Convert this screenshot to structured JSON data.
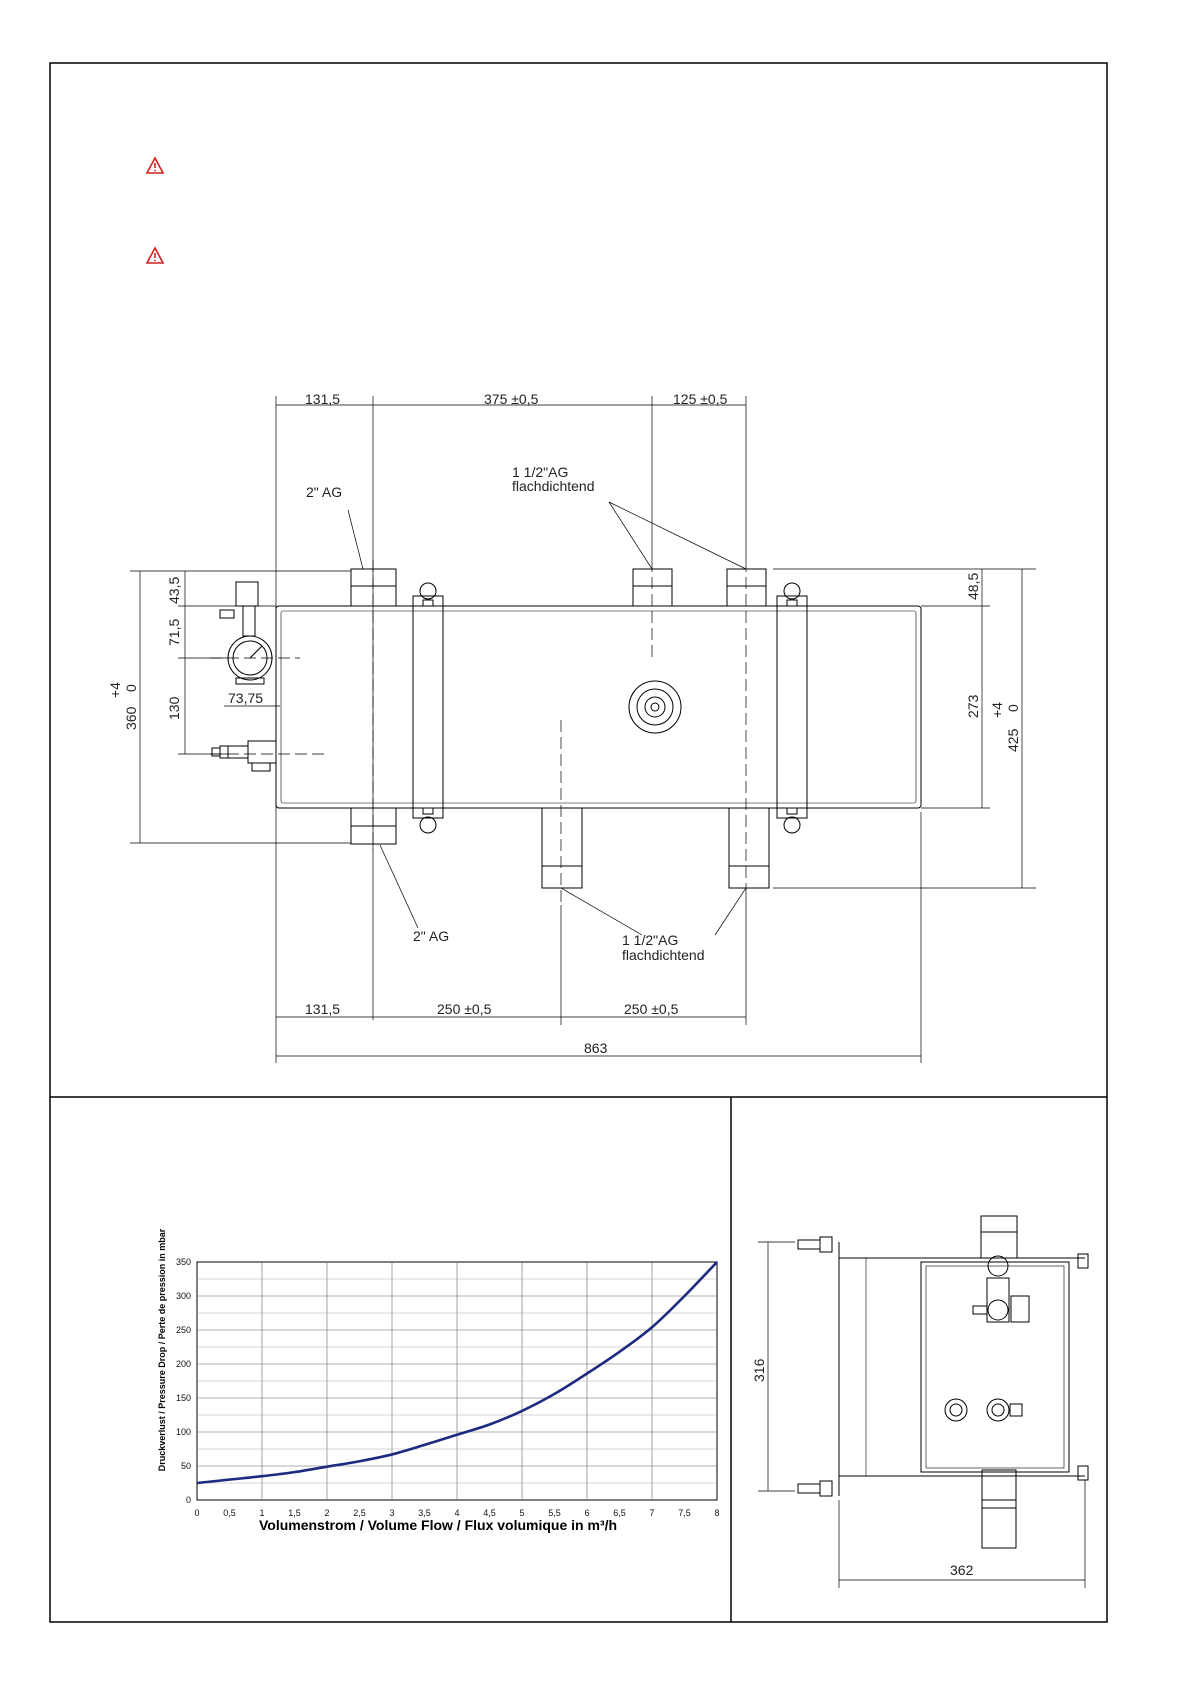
{
  "warnings": [
    {
      "icon": "warning-triangle-icon",
      "text": ""
    },
    {
      "icon": "warning-triangle-icon",
      "text": ""
    }
  ],
  "top_view": {
    "dims_top": [
      "131,5",
      "375 ±0,5",
      "125 ±0,5"
    ],
    "dims_bottom": [
      "131,5",
      "250 ±0,5",
      "250 ±0,5"
    ],
    "total_width": "863",
    "left_dims": [
      "43,5",
      "71,5",
      "130",
      "73,75"
    ],
    "left_overall_main": "360",
    "left_overall_tol_plus": "+4",
    "left_overall_tol_zero": "0",
    "right_dims": [
      "48,5",
      "273"
    ],
    "right_overall_main": "425",
    "right_overall_tol_plus": "+4",
    "right_overall_tol_zero": "0",
    "callouts": {
      "top_left_line1": "2\" AG",
      "top_right_line1": "1 1/2\"AG",
      "top_right_line2": "flachdichtend",
      "bottom_left_line1": "2\" AG",
      "bottom_right_line1": "1 1/2\"AG",
      "bottom_right_line2": "flachdichtend"
    }
  },
  "side_view": {
    "height_dim": "316",
    "width_dim": "362"
  },
  "chart_data": {
    "type": "line",
    "title": "",
    "xlabel": "Volumenstrom / Volume Flow / Flux volumique in m³/h",
    "ylabel": "Druckverlust / Pressure Drop / Perte de pression in mbar",
    "xlim": [
      0,
      8
    ],
    "ylim": [
      0,
      350
    ],
    "x_ticks": [
      "0",
      "0,5",
      "1",
      "1,5",
      "2",
      "2,5",
      "3",
      "3,5",
      "4",
      "4,5",
      "5",
      "5,5",
      "6",
      "6,5",
      "7",
      "7,5",
      "8"
    ],
    "y_ticks": [
      "0",
      "50",
      "100",
      "150",
      "200",
      "250",
      "300",
      "350"
    ],
    "grid": true,
    "line_color": "#1c2a80",
    "series": [
      {
        "name": "",
        "x": [
          0,
          0.5,
          1,
          1.5,
          2,
          2.5,
          3,
          3.5,
          4,
          4.5,
          5,
          5.5,
          6,
          6.5,
          7,
          7.5,
          8
        ],
        "y": [
          25,
          30,
          35,
          41,
          49,
          57,
          67,
          81,
          96,
          111,
          131,
          156,
          186,
          218,
          254,
          300,
          350
        ]
      }
    ]
  }
}
